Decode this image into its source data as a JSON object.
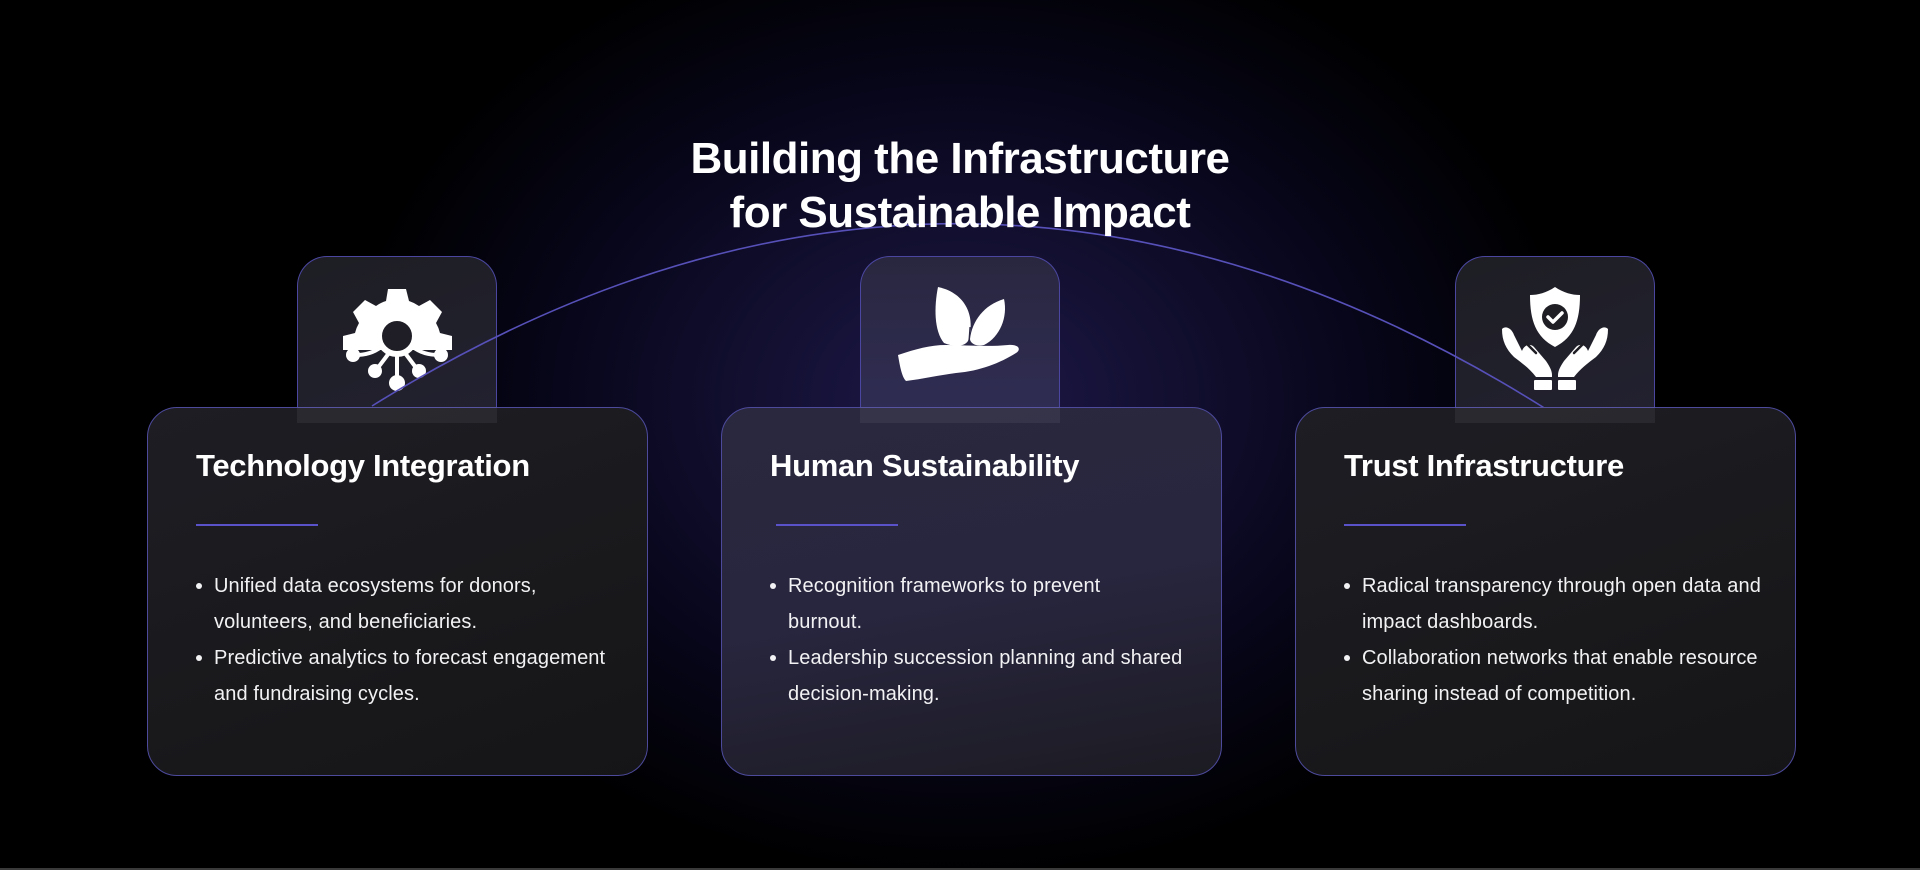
{
  "header": {
    "title_line1": "Building the Infrastructure",
    "title_line2": "for Sustainable Impact"
  },
  "colors": {
    "accent": "#5a52c8",
    "border": "#4d4a9c",
    "background": "#000000",
    "glow": "#1d1848"
  },
  "cards": [
    {
      "icon": "gear-network-icon",
      "title": "Technology Integration",
      "bullets": [
        "Unified data ecosystems for donors, volunteers, and beneficiaries.",
        "Predictive analytics to forecast engagement and fundraising cycles."
      ]
    },
    {
      "icon": "hand-holding-leaves-icon",
      "title": "Human Sustainability",
      "bullets": [
        "Recognition frameworks to prevent burnout.",
        "Leadership succession planning and shared decision-making."
      ]
    },
    {
      "icon": "hands-shield-check-icon",
      "title": "Trust Infrastructure",
      "bullets": [
        "Radical transparency through open data and impact dashboards.",
        "Collaboration networks that enable resource sharing instead of competition."
      ]
    }
  ]
}
